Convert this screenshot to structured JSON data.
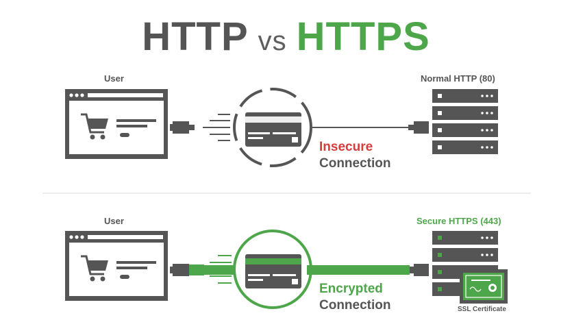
{
  "title": {
    "left": "HTTP",
    "middle": "vs",
    "right": "HTTPS"
  },
  "top_row": {
    "user_label": "User",
    "server_label": "Normal HTTP (80)",
    "connection_line1": "Insecure",
    "connection_line2": "Connection"
  },
  "bottom_row": {
    "user_label": "User",
    "server_label": "Secure HTTPS (443)",
    "connection_line1": "Encrypted",
    "connection_line2": "Connection",
    "certificate_label": "SSL Certificate"
  },
  "colors": {
    "gray": "#555555",
    "green": "#4ea64a",
    "red": "#d63d3d"
  }
}
